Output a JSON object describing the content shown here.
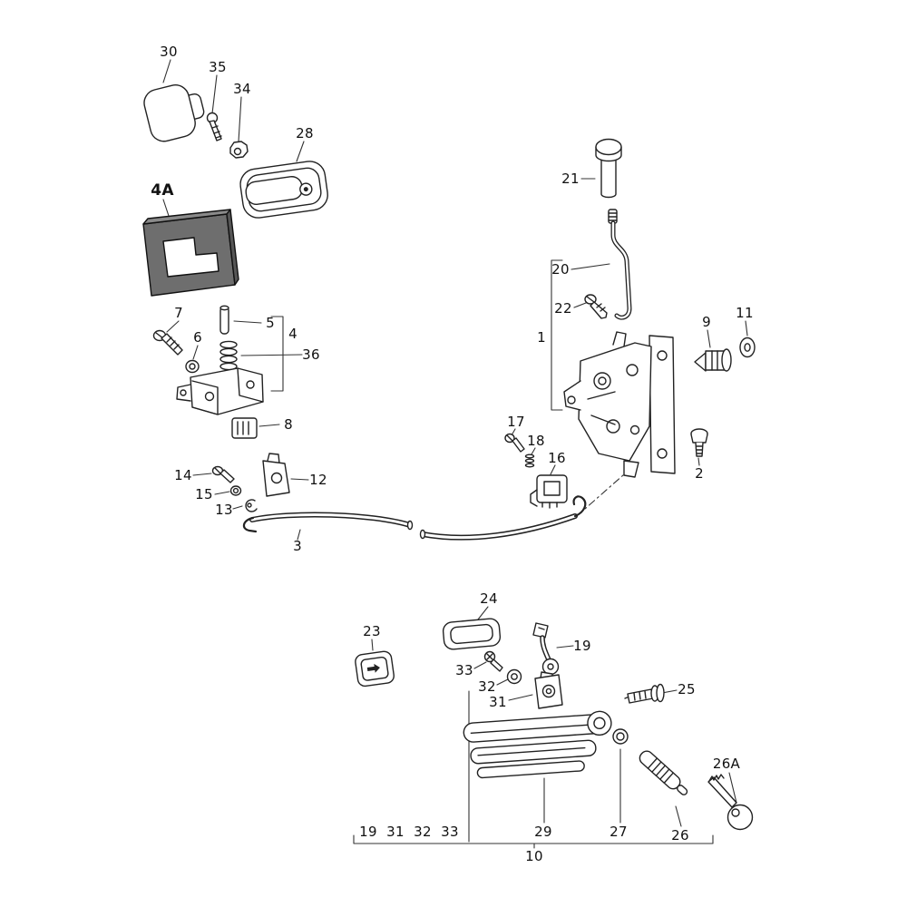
{
  "diagram": {
    "kind": "exploded-parts-diagram",
    "subject": "door handle and door lock mechanism",
    "background": "#ffffff",
    "line_color": "#222222",
    "gasket_fill": "#6e6e6e"
  },
  "labels": {
    "p30": "30",
    "p35": "35",
    "p34": "34",
    "p28": "28",
    "p4A": "4A",
    "p21": "21",
    "p20": "20",
    "p22": "22",
    "p1": "1",
    "p9": "9",
    "p11": "11",
    "p7": "7",
    "p5": "5",
    "p6": "6",
    "p4": "4",
    "p36": "36",
    "p8": "8",
    "p17": "17",
    "p18": "18",
    "p16": "16",
    "p2": "2",
    "p14": "14",
    "p12": "12",
    "p15": "15",
    "p13": "13",
    "p3": "3",
    "p24": "24",
    "p23": "23",
    "p19": "19",
    "p33": "33",
    "p32": "32",
    "p31": "31",
    "p25": "25",
    "p26A": "26A",
    "p29": "29",
    "p27": "27",
    "p26": "26",
    "row19": "19",
    "row31": "31",
    "row32": "32",
    "row33": "33",
    "p10": "10"
  }
}
